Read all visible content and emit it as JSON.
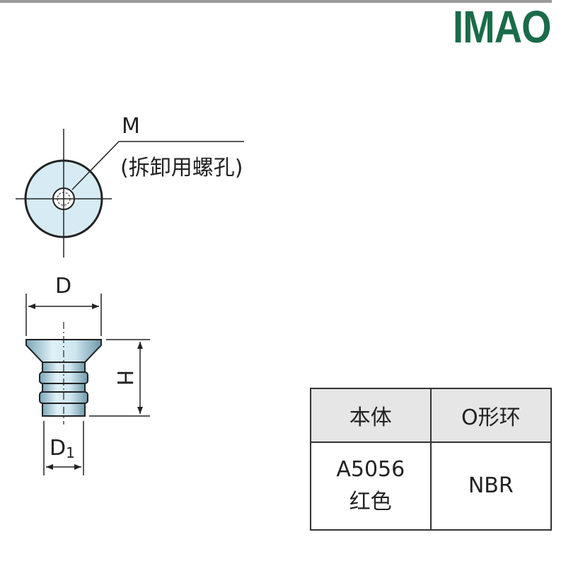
{
  "brand": {
    "logo_text": "IMAO",
    "color": "#1a6b4a"
  },
  "diagram": {
    "thread_label": "M",
    "thread_note": "(拆卸用螺孔)",
    "dim_D": "D",
    "dim_H": "H",
    "dim_D1_base": "D",
    "dim_D1_sub": "1",
    "fill_color": "#cfe6f0"
  },
  "table": {
    "headers": [
      "本体",
      "O形环"
    ],
    "body_material": "A5056",
    "body_color": "红色",
    "oring_material": "NBR"
  }
}
